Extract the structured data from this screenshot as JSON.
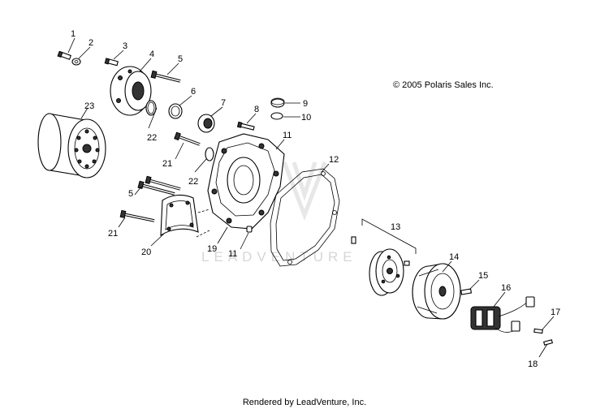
{
  "copyright": "© 2005 Polaris Sales Inc.",
  "watermark": "LEADVENTURE",
  "footer": "Rendered by LeadVenture, Inc.",
  "callouts": [
    {
      "id": "c1",
      "text": "1"
    },
    {
      "id": "c2",
      "text": "2"
    },
    {
      "id": "c3",
      "text": "3"
    },
    {
      "id": "c4",
      "text": "4"
    },
    {
      "id": "c5a",
      "text": "5"
    },
    {
      "id": "c5b",
      "text": "5"
    },
    {
      "id": "c6",
      "text": "6"
    },
    {
      "id": "c7",
      "text": "7"
    },
    {
      "id": "c8",
      "text": "8"
    },
    {
      "id": "c9",
      "text": "9"
    },
    {
      "id": "c10",
      "text": "10"
    },
    {
      "id": "c11a",
      "text": "11"
    },
    {
      "id": "c11b",
      "text": "11"
    },
    {
      "id": "c12",
      "text": "12"
    },
    {
      "id": "c13",
      "text": "13"
    },
    {
      "id": "c14",
      "text": "14"
    },
    {
      "id": "c15",
      "text": "15"
    },
    {
      "id": "c16",
      "text": "16"
    },
    {
      "id": "c17",
      "text": "17"
    },
    {
      "id": "c18",
      "text": "18"
    },
    {
      "id": "c19",
      "text": "19"
    },
    {
      "id": "c20",
      "text": "20"
    },
    {
      "id": "c21a",
      "text": "21"
    },
    {
      "id": "c21b",
      "text": "21"
    },
    {
      "id": "c22a",
      "text": "22"
    },
    {
      "id": "c22b",
      "text": "22"
    },
    {
      "id": "c23",
      "text": "23"
    }
  ]
}
